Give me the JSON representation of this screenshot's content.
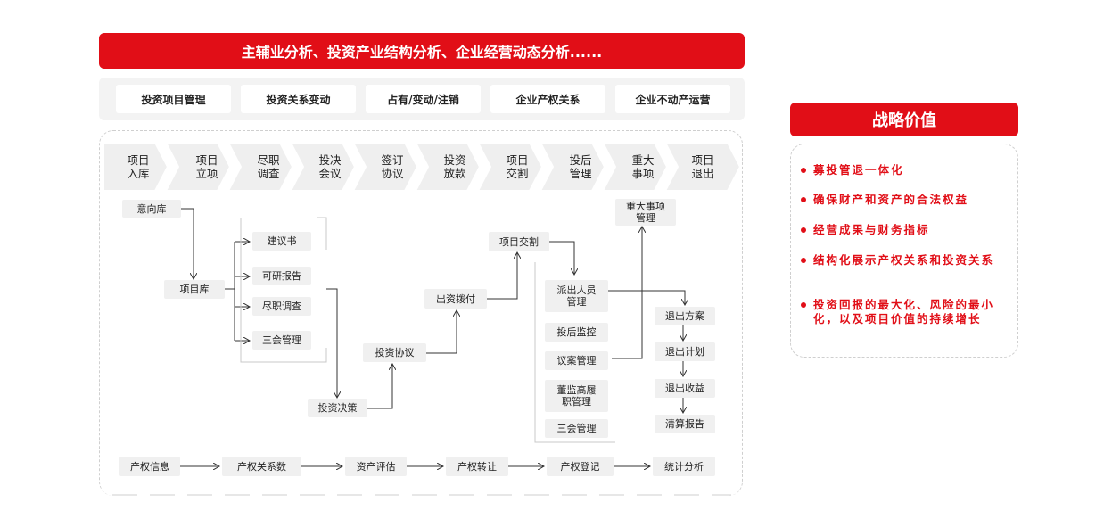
{
  "banner": "主辅业分析、投资产业结构分析、企业经营动态分析......",
  "modules": [
    "投资项目管理",
    "投资关系变动",
    "占有/变动/注销",
    "企业产权关系",
    "企业不动产运营"
  ],
  "stages": [
    [
      "项目",
      "入库"
    ],
    [
      "项目",
      "立项"
    ],
    [
      "尽职",
      "调查"
    ],
    [
      "投决",
      "会议"
    ],
    [
      "签订",
      "协议"
    ],
    [
      "投资",
      "放款"
    ],
    [
      "项目",
      "交割"
    ],
    [
      "投后",
      "管理"
    ],
    [
      "重大",
      "事项"
    ],
    [
      "项目",
      "退出"
    ]
  ],
  "flow": {
    "intent_pool": "意向库",
    "project_pool": "项目库",
    "proposal": "建议书",
    "feasibility": "可研报告",
    "due_diligence": "尽职调查",
    "three_meetings_a": "三会管理",
    "decision": "投资决策",
    "agreement": "投资协议",
    "payment": "出资拨付",
    "delivery": "项目交割",
    "dispatch": [
      "派出人员",
      "管理"
    ],
    "monitoring": "投后监控",
    "proposal_mgmt": "议案管理",
    "directors": [
      "董监高履",
      "职管理"
    ],
    "three_meetings_b": "三会管理",
    "major": [
      "重大事项",
      "管理"
    ],
    "exit_plan": "退出方案",
    "exit_schedule": "退出计划",
    "exit_income": "退出收益",
    "liquidation": "清算报告"
  },
  "property_chain": [
    "产权信息",
    "产权关系数",
    "资产评估",
    "产权转让",
    "产权登记",
    "统计分析"
  ],
  "strategic": {
    "title": "战略价值",
    "items": [
      "募投管退一体化",
      "确保财产和资产的合法权益",
      "经营成果与财务指标",
      "结构化展示产权关系和投资关系",
      "投资回报的最大化、风险的最小化，以及项目价值的持续增长"
    ]
  }
}
